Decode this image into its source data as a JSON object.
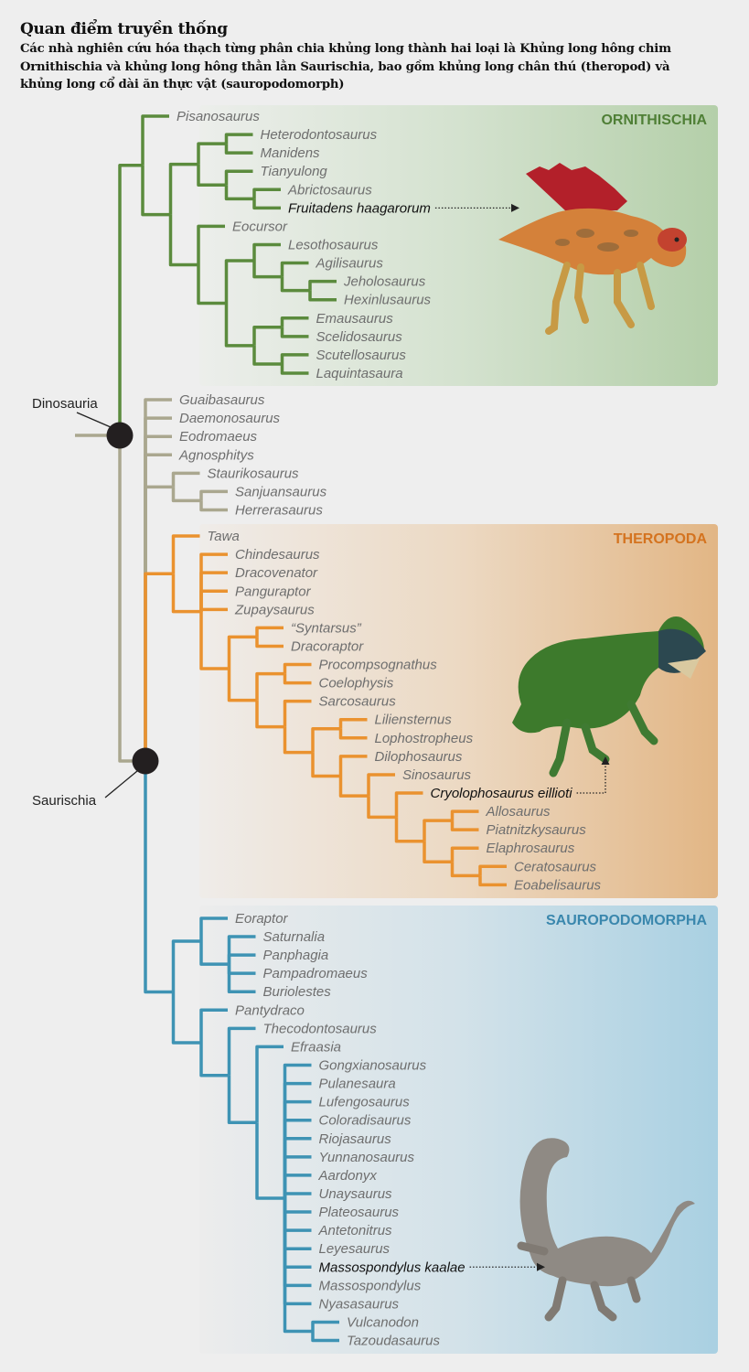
{
  "header": {
    "title": "Quan điểm truyền thống",
    "subtitle_lines": [
      "Các nhà nghiên cứu hóa thạch từng phân chia khủng long thành hai loại là Khủng long hông chim",
      "Ornithischia và khủng long hông thằn lằn Saurischia, bao gồm khủng long chân thú (theropod) và",
      "khủng long cổ dài ăn thực vật (sauropodomorph)"
    ]
  },
  "panels": {
    "ornithischia": {
      "label": "ORNITHISCHIA",
      "color": "#4f7f36"
    },
    "theropoda": {
      "label": "THEROPODA",
      "color": "#d4731f"
    },
    "sauropodomorpha": {
      "label": "SAUROPODOMORPHA",
      "color": "#3a87ad"
    }
  },
  "colors": {
    "ornithischia": "#5b8b3d",
    "basal": "#aaa78f",
    "theropoda": "#ea922f",
    "sauropodomorpha": "#3e93b4",
    "node_dot": "#231f20"
  },
  "node_labels": {
    "dinosauria": "Dinosauria",
    "saurischia": "Saurischia"
  },
  "tree": {
    "id": "dinosauria",
    "color": "basal",
    "c": [
      {
        "id": "ornithischia",
        "color": "ornithischia",
        "c": [
          "Pisanosaurus",
          {
            "c": [
              {
                "c": [
                  {
                    "c": [
                      "Heterodontosaurus",
                      "Manidens"
                    ]
                  },
                  {
                    "c": [
                      "Tianyulong",
                      {
                        "c": [
                          "Abrictosaurus",
                          {
                            "n": "Fruitadens haagarorum",
                            "hl": true
                          }
                        ]
                      }
                    ]
                  }
                ]
              },
              {
                "c": [
                  "Eocursor",
                  {
                    "c": [
                      {
                        "c": [
                          "Lesothosaurus",
                          {
                            "c": [
                              "Agilisaurus",
                              {
                                "c": [
                                  "Jeholosaurus",
                                  "Hexinlusaurus"
                                ]
                              }
                            ]
                          }
                        ]
                      },
                      {
                        "c": [
                          {
                            "c": [
                              "Emausaurus",
                              "Scelidosaurus"
                            ]
                          },
                          {
                            "c": [
                              "Scutellosaurus",
                              "Laquintasaura"
                            ]
                          }
                        ]
                      }
                    ]
                  }
                ]
              }
            ]
          }
        ]
      },
      {
        "id": "saurischia",
        "color": "basal",
        "c": [
          "Guaibasaurus",
          "Daemonosaurus",
          "Eodromaeus",
          "Agnosphitys",
          {
            "c": [
              "Staurikosaurus",
              {
                "c": [
                  "Sanjuansaurus",
                  "Herrerasaurus"
                ]
              }
            ]
          },
          {
            "id": "theropoda",
            "color": "theropoda",
            "c": [
              "Tawa",
              {
                "c": [
                  "Chindesaurus",
                  "Dracovenator",
                  "Panguraptor",
                  "Zupaysaurus",
                  {
                    "c": [
                      {
                        "c": [
                          "“Syntarsus”",
                          "Dracoraptor"
                        ]
                      },
                      {
                        "c": [
                          {
                            "c": [
                              "Procompsognathus",
                              "Coelophysis"
                            ]
                          },
                          {
                            "c": [
                              "Sarcosaurus",
                              {
                                "c": [
                                  {
                                    "c": [
                                      "Liliensternus",
                                      "Lophostropheus"
                                    ]
                                  },
                                  {
                                    "c": [
                                      "Dilophosaurus",
                                      {
                                        "c": [
                                          "Sinosaurus",
                                          {
                                            "c": [
                                              {
                                                "n": "Cryolophosaurus eillioti",
                                                "hl": true
                                              },
                                              {
                                                "c": [
                                                  {
                                                    "c": [
                                                      "Allosaurus",
                                                      "Piatnitzkysaurus"
                                                    ]
                                                  },
                                                  {
                                                    "c": [
                                                      "Elaphrosaurus",
                                                      {
                                                        "c": [
                                                          "Ceratosaurus",
                                                          "Eoabelisaurus"
                                                        ]
                                                      }
                                                    ]
                                                  }
                                                ]
                                              }
                                            ]
                                          }
                                        ]
                                      }
                                    ]
                                  }
                                ]
                              }
                            ]
                          }
                        ]
                      }
                    ]
                  }
                ]
              }
            ]
          },
          {
            "id": "sauropodomorpha",
            "color": "sauropodomorpha",
            "c": [
              {
                "c": [
                  "Eoraptor",
                  {
                    "c": [
                      "Saturnalia",
                      "Panphagia",
                      "Pampadromaeus",
                      "Buriolestes"
                    ]
                  }
                ]
              },
              {
                "c": [
                  "Pantydraco",
                  {
                    "c": [
                      "Thecodontosaurus",
                      {
                        "c": [
                          "Efraasia",
                          {
                            "c": [
                              "Gongxianosaurus",
                              "Pulanesaura",
                              "Lufengosaurus",
                              "Coloradisaurus",
                              "Riojasaurus",
                              "Yunnanosaurus",
                              "Aardonyx",
                              "Unaysaurus",
                              "Plateosaurus",
                              "Antetonitrus",
                              "Leyesaurus",
                              {
                                "n": "Massospondylus kaalae",
                                "hl": true
                              },
                              "Massospondylus",
                              "Nyasasaurus",
                              {
                                "c": [
                                  "Vulcanodon",
                                  "Tazoudasaurus"
                                ]
                              }
                            ]
                          }
                        ]
                      }
                    ]
                  }
                ]
              }
            ]
          }
        ]
      }
    ]
  }
}
